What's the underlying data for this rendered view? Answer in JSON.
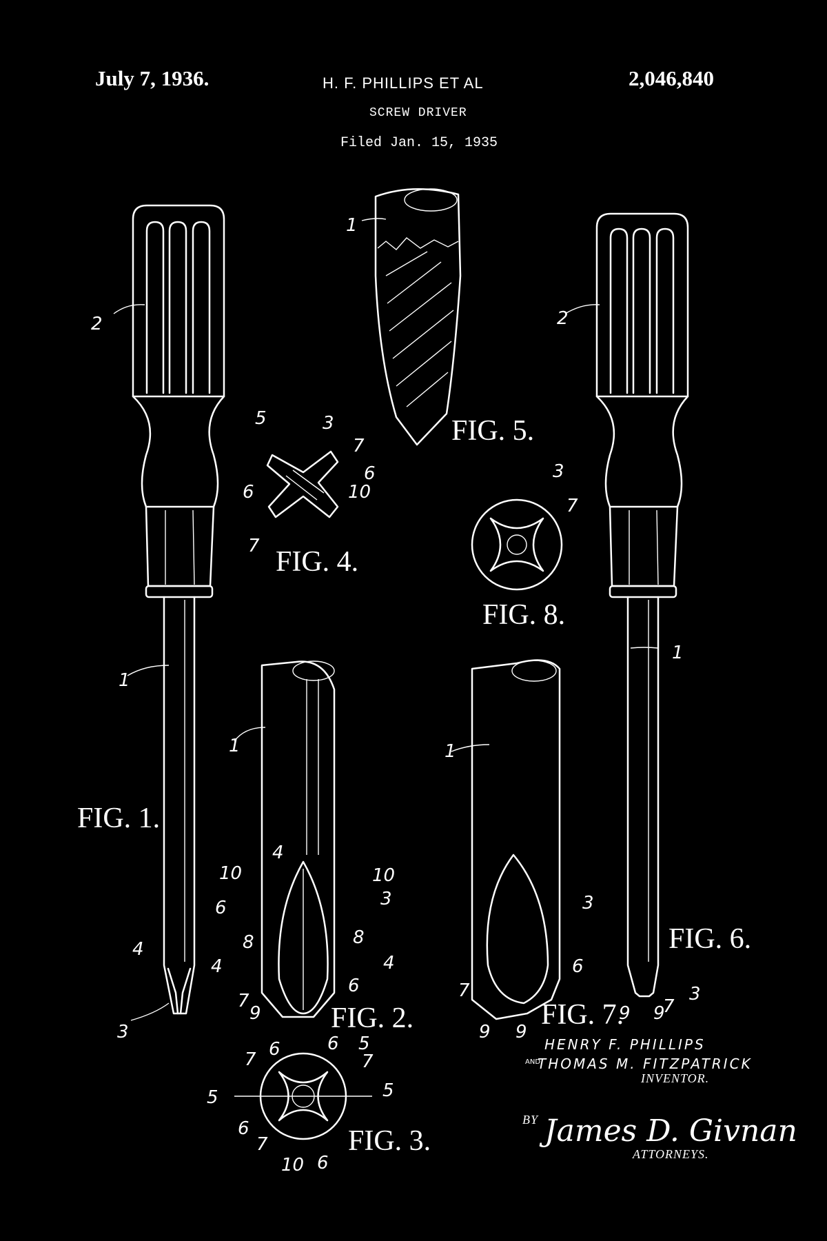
{
  "header": {
    "date": "July 7, 1936.",
    "inventors_line": "H. F. PHILLIPS ET AL",
    "patent_number": "2,046,840",
    "title": "SCREW DRIVER",
    "filed": "Filed Jan. 15, 1935"
  },
  "figures": {
    "fig1": "FIG. 1.",
    "fig2": "FIG. 2.",
    "fig3": "FIG. 3.",
    "fig4": "FIG. 4.",
    "fig5": "FIG. 5.",
    "fig6": "FIG. 6.",
    "fig7": "FIG. 7.",
    "fig8": "FIG. 8."
  },
  "refs": {
    "r1": "1",
    "r2": "2",
    "r3": "3",
    "r4": "4",
    "r5": "5",
    "r6": "6",
    "r7": "7",
    "r8": "8",
    "r9": "9",
    "r10": "10"
  },
  "footer": {
    "inventor_1": "HENRY F. PHILLIPS",
    "and_mark": "AND",
    "inventor_2": "THOMAS M. FITZPATRICK",
    "inventor_label": "INVENTOR.",
    "by_label": "BY",
    "signature": "James D. Givnan",
    "attorneys_label": "ATTORNEYS."
  },
  "colors": {
    "background": "#000000",
    "ink": "#ffffff"
  }
}
